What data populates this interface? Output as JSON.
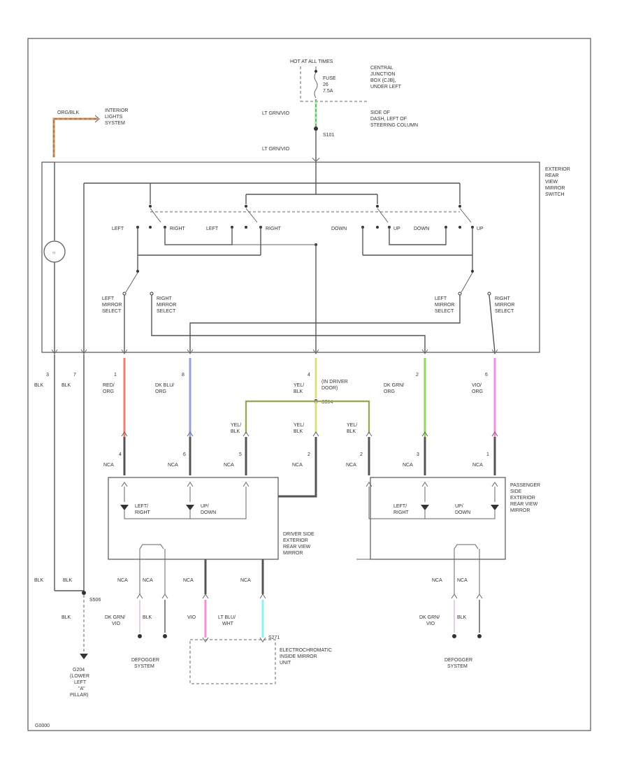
{
  "power": {
    "hot": "HOT AT ALL TIMES",
    "fuse": [
      "FUSE",
      "26",
      "7.5A"
    ],
    "junction": [
      "CENTRAL",
      "JUNCTION",
      "BOX (CJB),",
      "UNDER LEFT",
      "SIDE OF",
      "DASH, LEFT OF",
      "STEERING COLUMN"
    ],
    "wire1": "LT GRN/VIO",
    "splice": "S101",
    "wire2": "LT GRN/VIO"
  },
  "lighting": {
    "wire": "ORG/BLK",
    "label": [
      "INTERIOR",
      "LIGHTS",
      "SYSTEM"
    ]
  },
  "switch": {
    "title": [
      "EXTERIOR",
      "REAR",
      "VIEW",
      "MIRROR",
      "SWITCH"
    ],
    "labels": {
      "left1": "LEFT",
      "right1": "RIGHT",
      "left2": "LEFT",
      "right2": "RIGHT",
      "down1": "DOWN",
      "up1": "UP",
      "down2": "DOWN",
      "up2": "UP"
    },
    "lms_left": [
      "LEFT",
      "MIRROR",
      "SELECT"
    ],
    "rms_left": [
      "RIGHT",
      "MIRROR",
      "SELECT"
    ],
    "lms_right": [
      "LEFT",
      "MIRROR",
      "SELECT"
    ],
    "rms_right": [
      "RIGHT",
      "MIRROR",
      "SELECT"
    ],
    "pins": [
      {
        "num": "3",
        "wire": [
          "BLK"
        ]
      },
      {
        "num": "7",
        "wire": [
          "BLK"
        ]
      },
      {
        "num": "1",
        "wire": [
          "RED/",
          "ORG"
        ]
      },
      {
        "num": "8",
        "wire": [
          "DK BLU/",
          "ORG"
        ]
      },
      {
        "num": "4",
        "wire": [
          "YEL/",
          "BLK"
        ]
      },
      {
        "num": "2",
        "wire": [
          "DK GRN/",
          "ORG"
        ]
      },
      {
        "num": "6",
        "wire": [
          "VIO/",
          "ORG"
        ]
      }
    ]
  },
  "splice_mid": {
    "label": [
      "(IN DRIVER",
      "DOOR)",
      "S504"
    ]
  },
  "mid_wires": [
    {
      "wire": [
        "YEL/",
        "BLK"
      ]
    },
    {
      "wire": [
        "YEL/",
        "BLK"
      ]
    },
    {
      "wire": [
        "YEL/",
        "BLK"
      ]
    }
  ],
  "driver_mirror": {
    "title": [
      "DRIVER SIDE",
      "EXTERIOR",
      "REAR VIEW",
      "MIRROR"
    ],
    "motor1": [
      "LEFT/",
      "RIGHT"
    ],
    "motor2": [
      "UP/",
      "DOWN"
    ],
    "pins": [
      {
        "num": "4",
        "nca": "NCA"
      },
      {
        "num": "6",
        "nca": "NCA"
      },
      {
        "num": "5",
        "nca": "NCA"
      },
      {
        "num": "2",
        "nca": "NCA"
      }
    ],
    "bottom_pins": [
      "NCA",
      "NCA",
      "NCA",
      "NCA"
    ]
  },
  "passenger_mirror": {
    "title": [
      "PASSENGER",
      "SIDE",
      "EXTERIOR",
      "REAR VIEW",
      "MIRROR"
    ],
    "motor1": [
      "LEFT/",
      "RIGHT"
    ],
    "motor2": [
      "UP/",
      "DOWN"
    ],
    "pins": [
      {
        "num": "2",
        "nca": "NCA"
      },
      {
        "num": "3",
        "nca": "NCA"
      },
      {
        "num": "1",
        "nca": "NCA"
      }
    ],
    "bottom_pins": [
      "NCA",
      "NCA"
    ]
  },
  "ground": {
    "wires": [
      "BLK",
      "BLK"
    ],
    "splice": "S506",
    "wire_below": "BLK",
    "label": [
      "G204",
      "(LOWER",
      "LEFT",
      "\"A\"",
      "PILLAR)"
    ]
  },
  "defogger_left": {
    "wires": [
      [
        "DK GRN/",
        "VIO"
      ],
      [
        "BLK"
      ]
    ],
    "label": [
      "DEFOGGER",
      "SYSTEM"
    ]
  },
  "defogger_right": {
    "wires": [
      [
        "DK GRN/",
        "VIO"
      ],
      [
        "BLK"
      ]
    ],
    "label": [
      "DEFOGGER",
      "SYSTEM"
    ]
  },
  "ecm": {
    "wires": [
      [
        "VIO"
      ],
      [
        "LT BLU/",
        "WHT"
      ]
    ],
    "splice": "S271",
    "label": [
      "ELECTROCHROMATIC",
      "INSIDE MIRROR",
      "UNIT"
    ]
  },
  "footer": "G0000",
  "colors": {
    "red": "#f08070",
    "blue": "#9aa0e0",
    "yellow": "#d8e080",
    "green": "#90d860",
    "pink": "#f090e0",
    "cyan": "#90f0f0",
    "orange": "#d89050",
    "ltgreen": "#a0f0a0"
  }
}
